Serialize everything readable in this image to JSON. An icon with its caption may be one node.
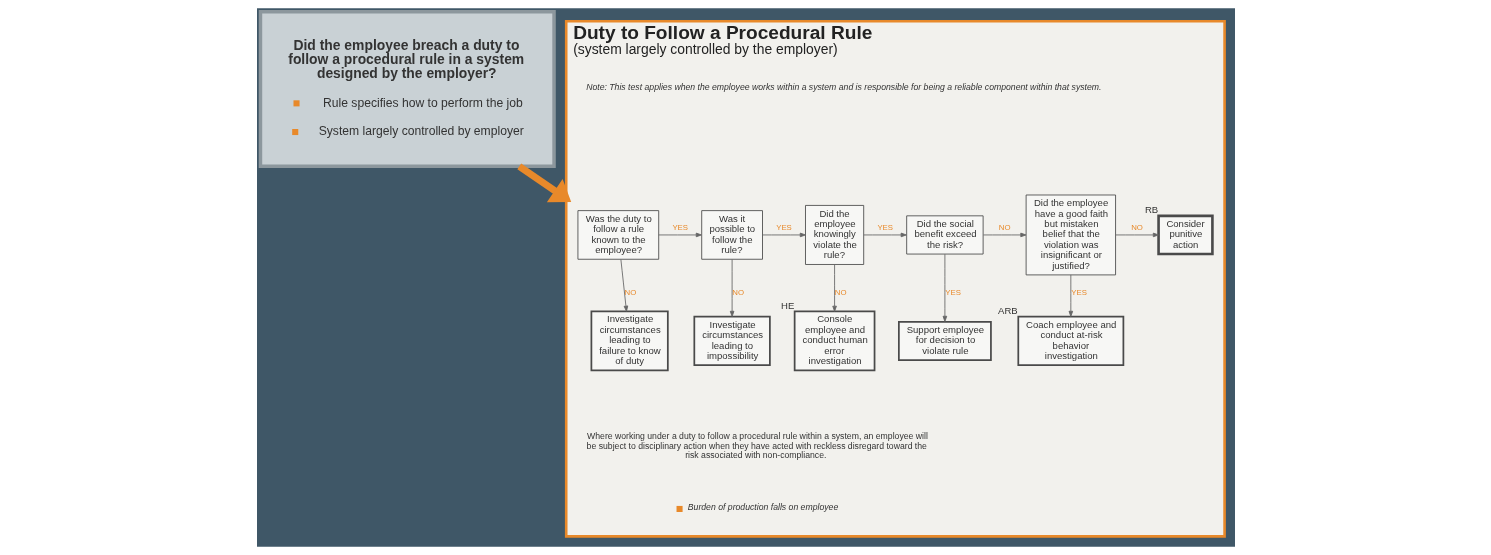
{
  "diagram": {
    "nodes": [
      {
        "text": [
          "Did the employee breach a duty to follow a procedural rule in a system designed by the employer?",
          "Rule specifies how to perform the job",
          "System largely controlled by employer"
        ]
      },
      {
        "text": [
          "Duty to Follow a Procedural Rule",
          "(system largely controlled by the employer)"
        ]
      },
      {
        "text": [
          "Was the duty to follow a rule known to the employee?"
        ],
        "in": 1
      },
      {
        "text": [
          "Was it possible to follow the rule?"
        ],
        "in": 1
      },
      {
        "text": [
          "Did the employee knowingly violate the rule?"
        ],
        "in": 1
      },
      {
        "text": [
          "Did the social benefit exceed the risk?"
        ],
        "in": 1
      },
      {
        "text": [
          "Did the employee have a good faith but mistaken belief that the violation was insignificant or justified?"
        ],
        "in": 1
      },
      {
        "text": [
          "Consider punitive action"
        ],
        "in": 1,
        "beside": [
          "RB"
        ]
      },
      {
        "text": [
          "Investigate circumstances leading to failure to know of duty"
        ],
        "in": 1
      },
      {
        "text": [
          "Investigate circumstances leading to impossibility"
        ],
        "in": 1
      },
      {
        "text": [
          "Console employee and conduct human error investigation"
        ],
        "in": 1,
        "beside": [
          "HE"
        ]
      },
      {
        "text": [
          "Support employee for decision to violate rule"
        ],
        "in": 1
      },
      {
        "text": [
          "Coach employee and conduct at-risk behavior investigation"
        ],
        "in": 1,
        "beside": [
          "ARB"
        ]
      }
    ],
    "edges": [
      {
        "from": 0,
        "to": 1,
        "arrow": "to",
        "style": "thick",
        "color": "#e8892a"
      },
      {
        "from": 2,
        "to": 3,
        "arrow": "to",
        "label": "YES"
      },
      {
        "from": 3,
        "to": 4,
        "arrow": "to",
        "label": "YES"
      },
      {
        "from": 4,
        "to": 5,
        "arrow": "to",
        "label": "YES"
      },
      {
        "from": 5,
        "to": 6,
        "arrow": "to",
        "label": "NO"
      },
      {
        "from": 6,
        "to": 7,
        "arrow": "to",
        "label": "NO"
      },
      {
        "from": 2,
        "to": 8,
        "arrow": "to",
        "label": "NO"
      },
      {
        "from": 3,
        "to": 9,
        "arrow": "to",
        "label": "NO"
      },
      {
        "from": 4,
        "to": 10,
        "arrow": "to",
        "label": "NO"
      },
      {
        "from": 5,
        "to": 11,
        "arrow": "to",
        "label": "YES"
      },
      {
        "from": 6,
        "to": 12,
        "arrow": "to",
        "label": "YES"
      }
    ],
    "labels": [
      "Note: This test applies when the employee works within a system and is responsible for being a reliable component within that system.",
      "Where working under a duty to follow a procedural rule within a system, an employee will be subject to disciplinary action when they have acted with reckless disregard toward the risk associated with non-compliance."
    ],
    "legend": [
      {
        "text": "Burden of production falls on employee"
      }
    ]
  }
}
